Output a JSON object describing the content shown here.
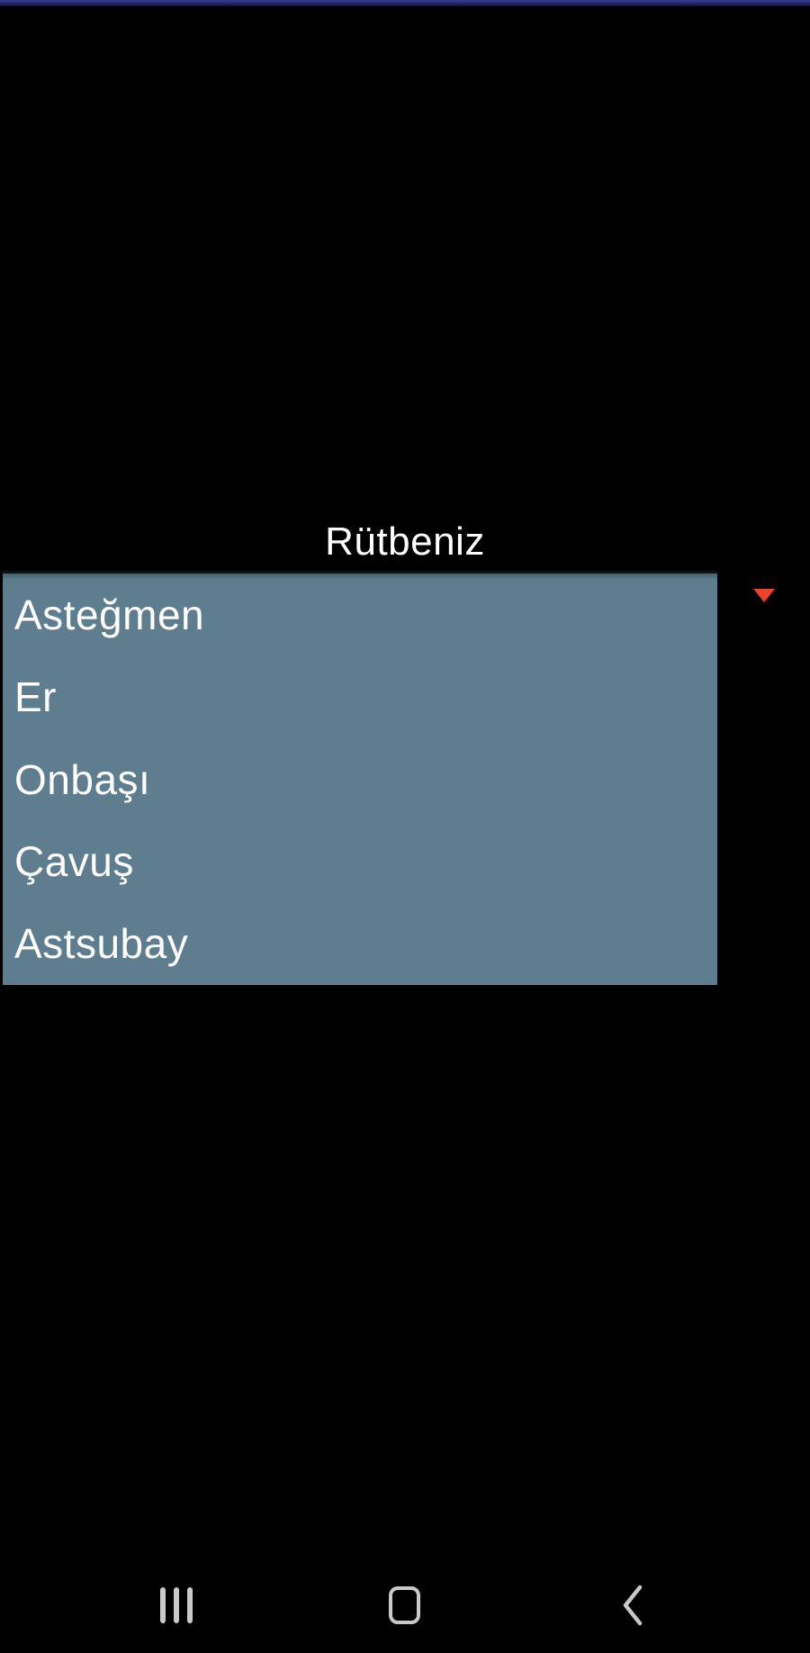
{
  "screen": {
    "title": "Rütbeniz"
  },
  "dropdown": {
    "label": "Rütbeniz",
    "items": [
      "Asteğmen",
      "Er",
      "Onbaşı",
      "Çavuş",
      "Astsubay"
    ]
  },
  "nav_bar": {
    "icons": [
      "recents-icon",
      "home-icon",
      "back-icon"
    ]
  },
  "icons": {
    "dropdown_arrow": "triangle-down-icon"
  },
  "colors": {
    "status_bar": "#3c3c92",
    "list_bg": "#5e7e8f",
    "arrow_red": "#e8432e",
    "nav_icon": "#c9c9c9"
  }
}
